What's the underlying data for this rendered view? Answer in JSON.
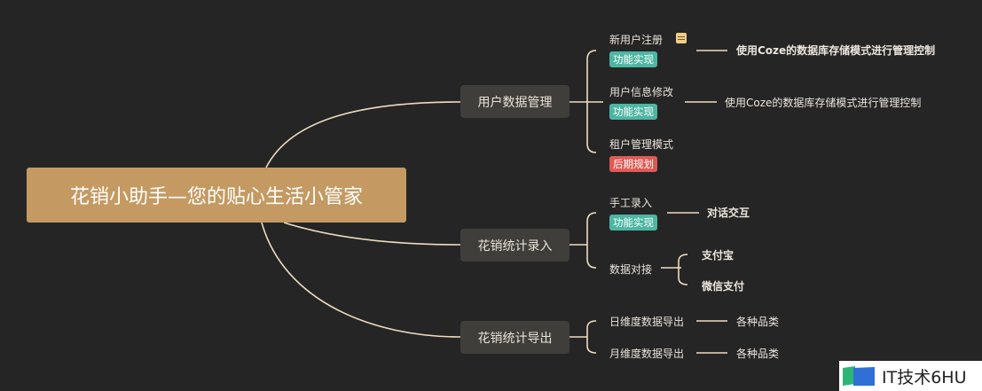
{
  "root": "花销小助手—您的贴心生活小管家",
  "branches": [
    {
      "label": "用户数据管理",
      "children": [
        {
          "label": "新用户注册",
          "icon": "note-icon",
          "tag": "功能实现",
          "detail": "使用Coze的数据库存储模式进行管理控制"
        },
        {
          "label": "用户信息修改",
          "tag": "功能实现",
          "detail": "使用Coze的数据库存储模式进行管理控制"
        },
        {
          "label": "租户管理模式",
          "tag": "后期规划"
        }
      ]
    },
    {
      "label": "花销统计录入",
      "children": [
        {
          "label": "手工录入",
          "tag": "功能实现",
          "detail": "对话交互"
        },
        {
          "label": "数据对接",
          "subs": [
            "支付宝",
            "微信支付"
          ]
        }
      ]
    },
    {
      "label": "花销统计导出",
      "children": [
        {
          "label": "日维度数据导出",
          "detail": "各种品类"
        },
        {
          "label": "月维度数据导出",
          "detail": "各种品类"
        }
      ]
    }
  ],
  "watermark": "IT技术6HU",
  "colors": {
    "line": "#f0dcc0",
    "root": "#c49a62",
    "green": "#4db6a2",
    "red": "#e05a54"
  }
}
